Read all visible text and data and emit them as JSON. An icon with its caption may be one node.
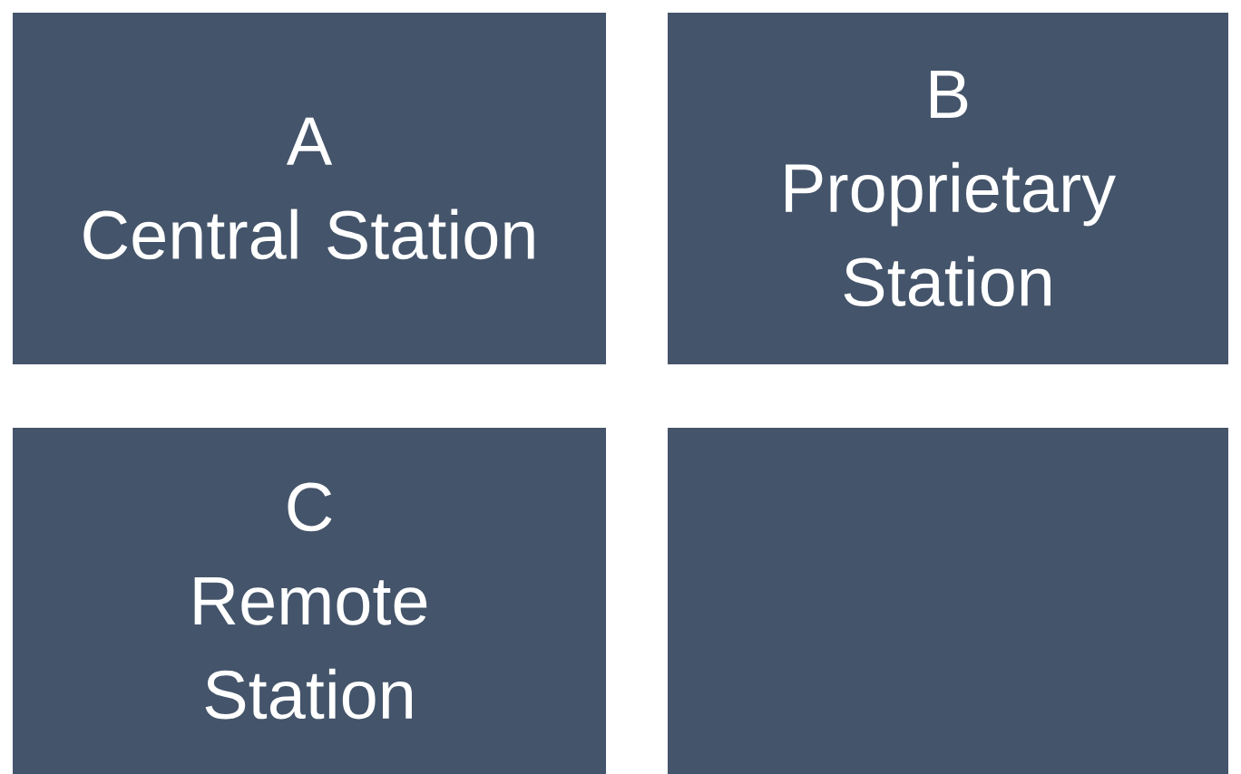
{
  "diagram": {
    "nodes": [
      {
        "text": [
          "A",
          "Central Station"
        ]
      },
      {
        "text": [
          "B",
          "Proprietary Station"
        ]
      },
      {
        "text": [
          "C",
          "Remote Station"
        ]
      },
      {
        "text": [],
        "shape": "box"
      }
    ]
  }
}
